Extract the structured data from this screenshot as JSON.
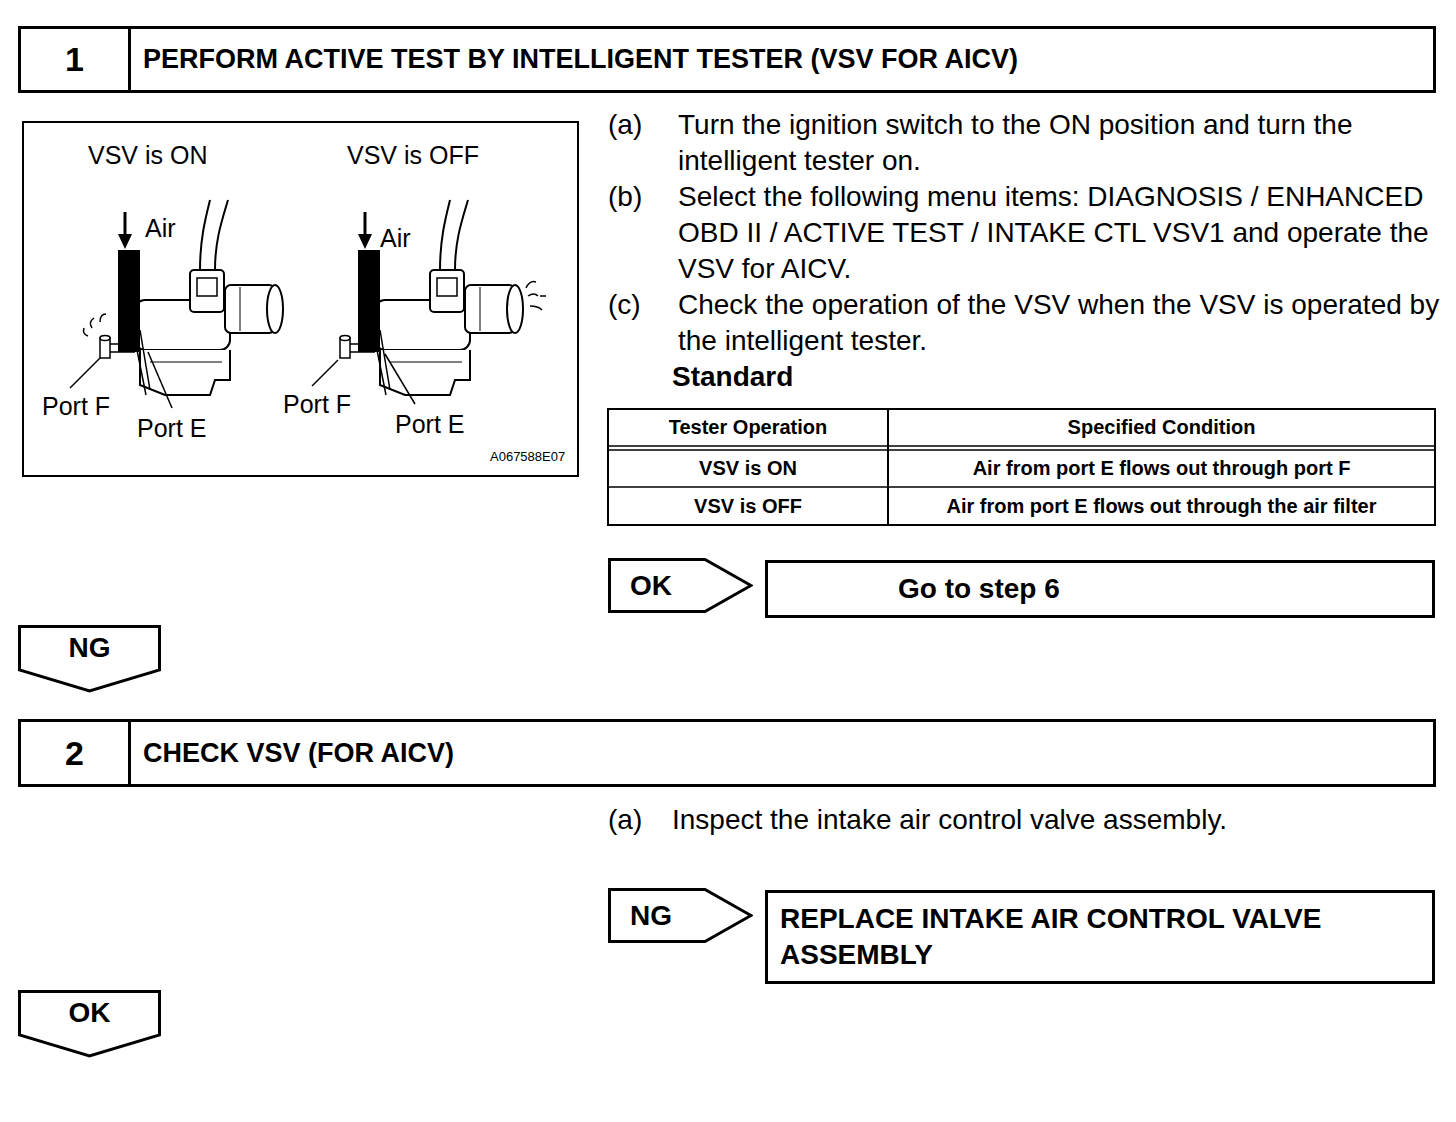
{
  "diagram": {
    "nodes": [
      {
        "text": [
          "1",
          "PERFORM ACTIVE TEST BY INTELLIGENT TESTER (VSV FOR AICV)"
        ]
      },
      {
        "text": [
          "OK"
        ]
      },
      {
        "text": [
          "Go to step 6"
        ]
      },
      {
        "text": [
          "NG"
        ]
      },
      {
        "text": [
          "2",
          "CHECK VSV (FOR AICV)"
        ]
      },
      {
        "text": [
          "NG"
        ]
      },
      {
        "text": [
          "REPLACE INTAKE AIR CONTROL VALVE ASSEMBLY"
        ]
      },
      {
        "text": [
          "OK"
        ]
      }
    ],
    "labels": [
      "VSV is ON",
      "VSV is OFF",
      "Air",
      "Air",
      "Port F",
      "Port E",
      "Port F",
      "Port E",
      "A067588E07",
      "(a)",
      "Turn the ignition switch to the ON position and turn the intelligent tester on.",
      "(b)",
      "Select the following menu items: DIAGNOSIS / ENHANCED OBD II / ACTIVE TEST / INTAKE CTL VSV1 and operate the VSV for AICV.",
      "(c)",
      "Check the operation of the VSV when the VSV is operated by the intelligent tester.",
      "Standard",
      "Tester Operation",
      "Specified Condition",
      "VSV is ON",
      "Air from port E flows out through port F",
      "VSV is OFF",
      "Air from port E flows out through the air filter",
      "(a)",
      "Inspect the intake air control valve assembly."
    ]
  }
}
